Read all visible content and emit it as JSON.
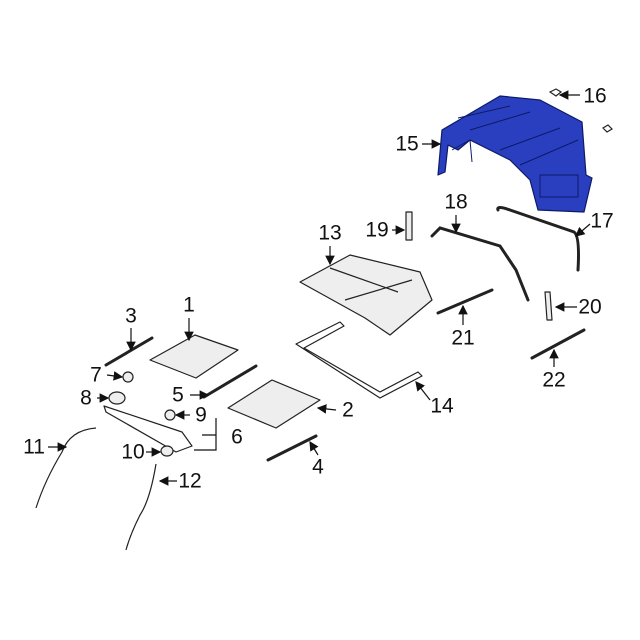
{
  "diagram": {
    "highlight_color": "#2a3fc0",
    "callouts": [
      "1",
      "2",
      "3",
      "4",
      "5",
      "6",
      "7",
      "8",
      "9",
      "10",
      "11",
      "12",
      "13",
      "14",
      "15",
      "16",
      "17",
      "18",
      "19",
      "20",
      "21",
      "22"
    ],
    "highlighted_part": "15"
  }
}
